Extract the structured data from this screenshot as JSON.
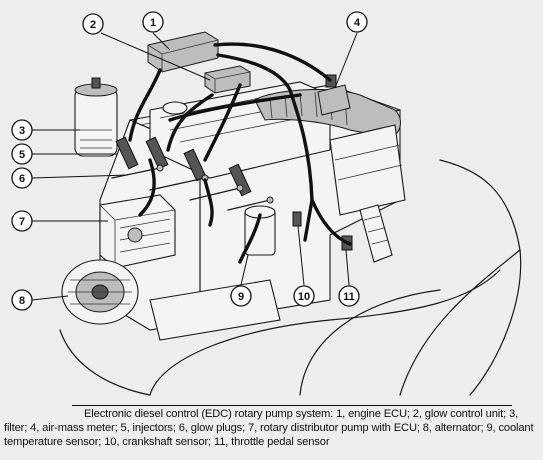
{
  "callouts": [
    {
      "id": "1",
      "label": "1"
    },
    {
      "id": "2",
      "label": "2"
    },
    {
      "id": "3",
      "label": "3"
    },
    {
      "id": "4",
      "label": "4"
    },
    {
      "id": "5",
      "label": "5"
    },
    {
      "id": "6",
      "label": "6"
    },
    {
      "id": "7",
      "label": "7"
    },
    {
      "id": "8",
      "label": "8"
    },
    {
      "id": "9",
      "label": "9"
    },
    {
      "id": "10",
      "label": "10"
    },
    {
      "id": "11",
      "label": "11"
    }
  ],
  "caption": "Electronic diesel control (EDC) rotary pump system: 1, engine ECU; 2, glow control unit; 3, filter; 4, air-mass meter; 5, injectors; 6, glow plugs; 7, rotary distributor pump with ECU; 8, alternator; 9, coolant temperature sensor; 10, crankshaft sensor; 11, throttle pedal sensor"
}
